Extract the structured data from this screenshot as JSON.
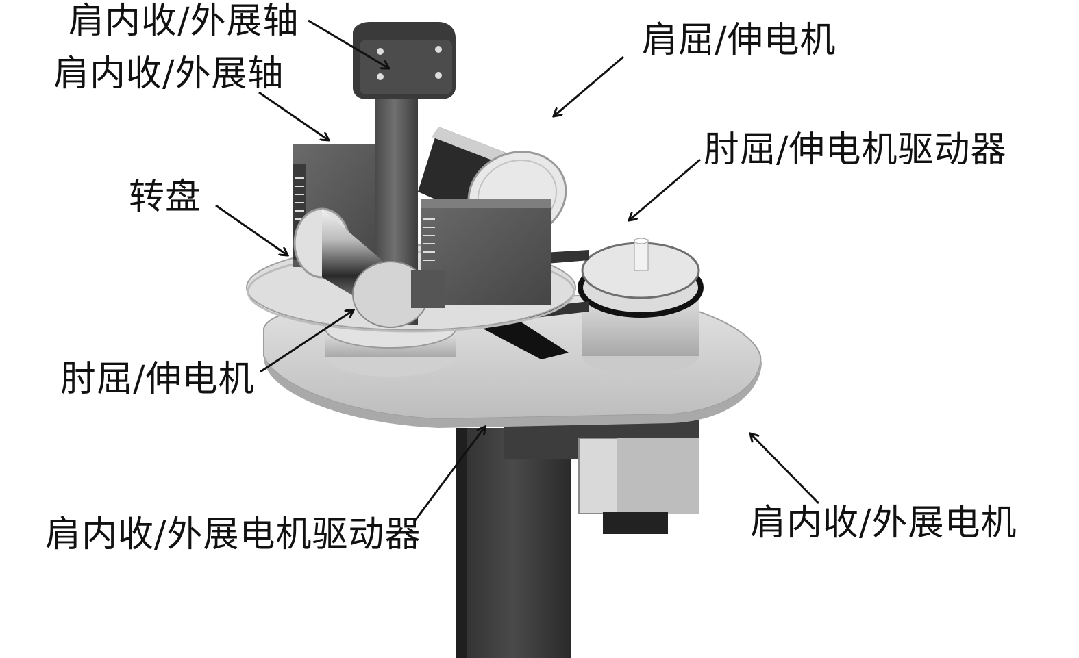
{
  "labels": {
    "shoulder_axis_top": "肩内收/外展轴",
    "shoulder_axis_mid": "肩内收/外展轴",
    "shoulder_flexion_motor": "肩屈/伸电机",
    "elbow_motor_driver": "肘屈/伸电机驱动器",
    "turntable": "转盘",
    "elbow_flexion_motor": "肘屈/伸电机",
    "shoulder_abduction_driver": "肩内收/外展电机驱动器",
    "shoulder_abduction_motor": "肩内收/外展电机"
  },
  "colors": {
    "background": "#ffffff",
    "text": "#111111",
    "leader": "#111111",
    "column_dark": "#3a3a3a",
    "metal_light": "#d8d8d8",
    "plate": "#cfcfcf"
  }
}
